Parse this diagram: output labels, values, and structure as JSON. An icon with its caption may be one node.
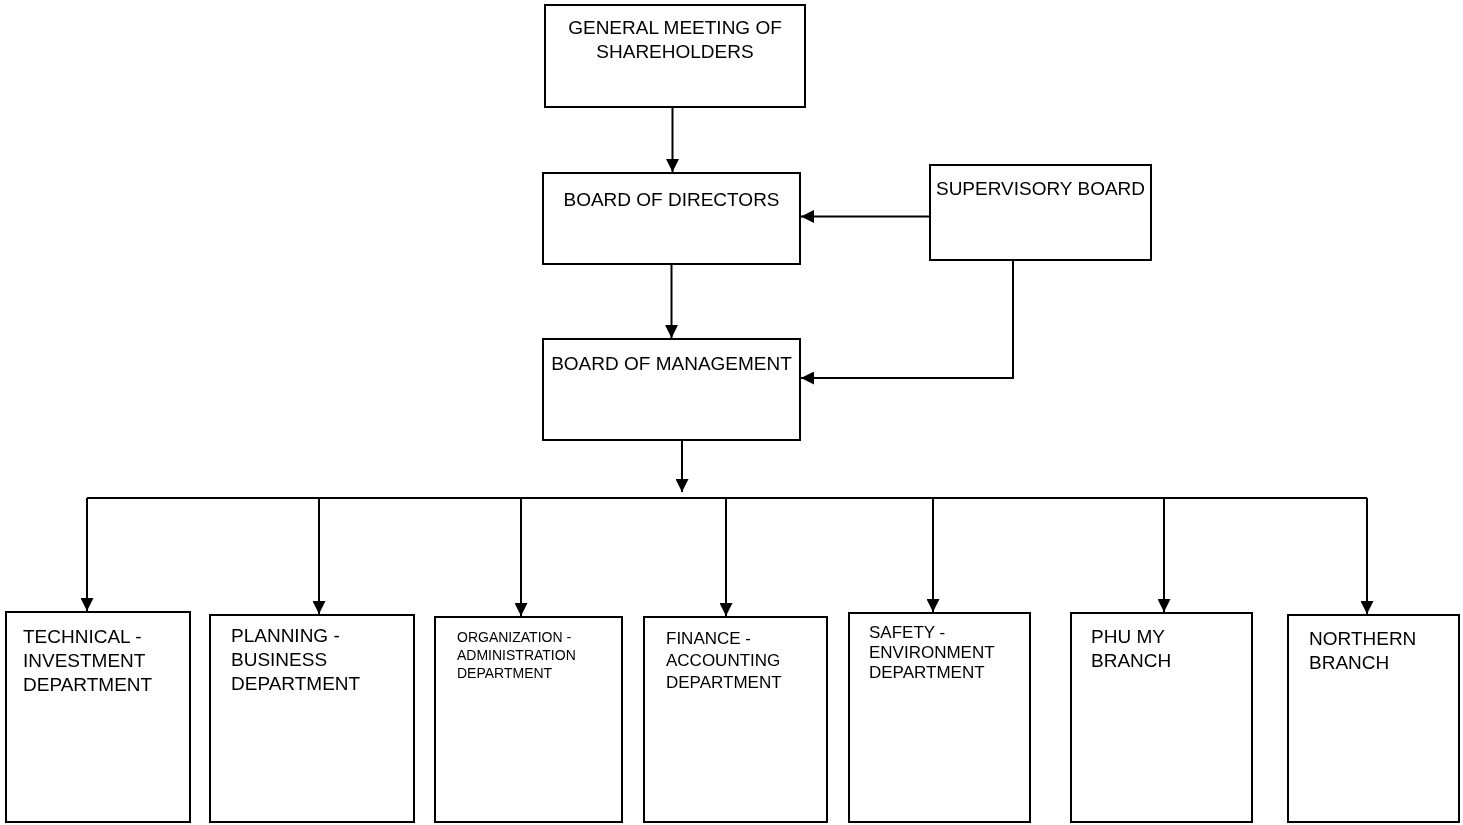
{
  "diagram": {
    "nodes": [
      {
        "text": [
          "GENERAL MEETING OF SHAREHOLDERS"
        ]
      },
      {
        "text": [
          "BOARD OF DIRECTORS"
        ]
      },
      {
        "text": [
          "SUPERVISORY BOARD"
        ]
      },
      {
        "text": [
          "BOARD OF MANAGEMENT"
        ]
      },
      {
        "text": [
          "TECHNICAL - INVESTMENT DEPARTMENT"
        ]
      },
      {
        "text": [
          "PLANNING - BUSINESS DEPARTMENT"
        ]
      },
      {
        "text": [
          "ORGANIZATION - ADMINISTRATION DEPARTMENT"
        ]
      },
      {
        "text": [
          "FINANCE - ACCOUNTING DEPARTMENT"
        ]
      },
      {
        "text": [
          "SAFETY - ENVIRONMENT DEPARTMENT"
        ]
      },
      {
        "text": [
          "PHU MY BRANCH"
        ]
      },
      {
        "text": [
          "NORTHERN BRANCH"
        ]
      }
    ],
    "edges": [
      {
        "from": 0,
        "to": 1,
        "arrow": "to"
      },
      {
        "from": 2,
        "to": 1,
        "arrow": "to"
      },
      {
        "from": 1,
        "to": 3,
        "arrow": "to"
      },
      {
        "from": 2,
        "to": 3,
        "arrow": "to"
      },
      {
        "from": 3,
        "to": 4,
        "arrow": "to"
      },
      {
        "from": 3,
        "to": 5,
        "arrow": "to"
      },
      {
        "from": 3,
        "to": 6,
        "arrow": "to"
      },
      {
        "from": 3,
        "to": 7,
        "arrow": "to"
      },
      {
        "from": 3,
        "to": 8,
        "arrow": "to"
      },
      {
        "from": 3,
        "to": 9,
        "arrow": "to"
      },
      {
        "from": 3,
        "to": 10,
        "arrow": "to"
      }
    ]
  }
}
